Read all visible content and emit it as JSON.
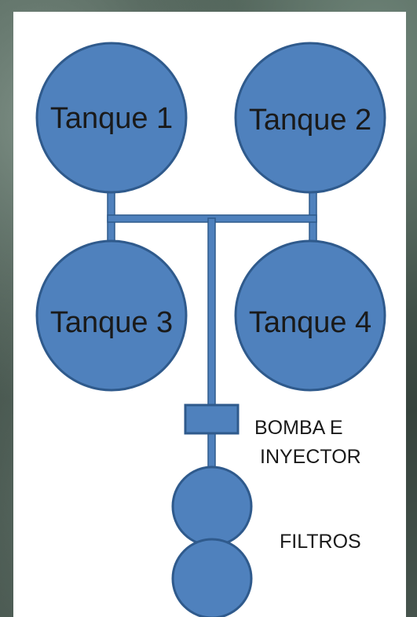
{
  "tanks": [
    {
      "label": "Tanque 1"
    },
    {
      "label": "Tanque 2"
    },
    {
      "label": "Tanque 3"
    },
    {
      "label": "Tanque 4"
    }
  ],
  "pump": {
    "line1": "BOMBA E",
    "line2": "INYECTOR"
  },
  "filters": {
    "label": "FILTROS"
  },
  "colors": {
    "fill": "#4f81bd",
    "stroke": "#2f5a8c",
    "background_panel": "#ffffff"
  }
}
